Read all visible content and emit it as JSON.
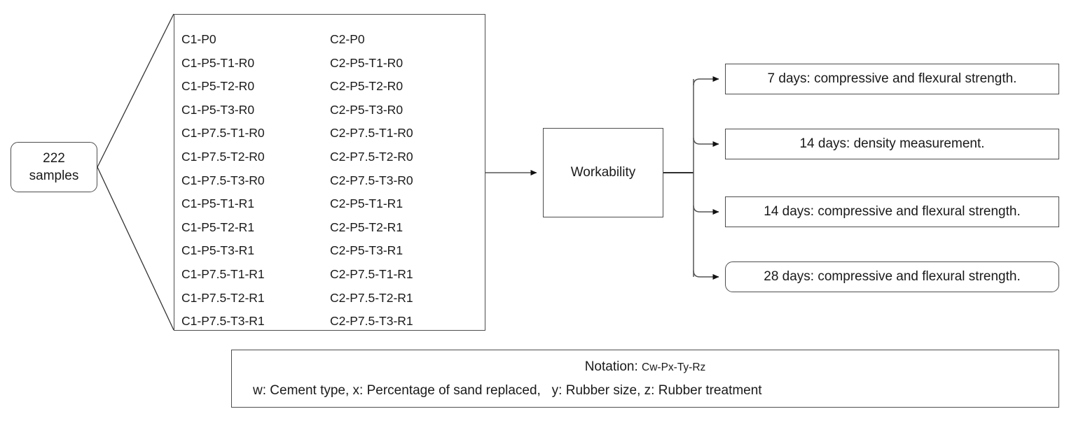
{
  "diagram": {
    "source": {
      "label": "222\nsamples"
    },
    "mix_list": {
      "columns": [
        {
          "name": "cement-type-1",
          "items": [
            "C1-P0",
            "C1-P5-T1-R0",
            "C1-P5-T2-R0",
            "C1-P5-T3-R0",
            "C1-P7.5-T1-R0",
            "C1-P7.5-T2-R0",
            "C1-P7.5-T3-R0",
            "C1-P5-T1-R1",
            "C1-P5-T2-R1",
            "C1-P5-T3-R1",
            "C1-P7.5-T1-R1",
            "C1-P7.5-T2-R1",
            "C1-P7.5-T3-R1"
          ]
        },
        {
          "name": "cement-type-2",
          "items": [
            "C2-P0",
            "C2-P5-T1-R0",
            "C2-P5-T2-R0",
            "C2-P5-T3-R0",
            "C2-P7.5-T1-R0",
            "C2-P7.5-T2-R0",
            "C2-P7.5-T3-R0",
            "C2-P5-T1-R1",
            "C2-P5-T2-R1",
            "C2-P5-T3-R1",
            "C2-P7.5-T1-R1",
            "C2-P7.5-T2-R1",
            "C2-P7.5-T3-R1"
          ]
        }
      ]
    },
    "process": {
      "label": "Workability"
    },
    "tests": [
      {
        "label": "7 days: compressive and flexural strength."
      },
      {
        "label": "14 days: density measurement."
      },
      {
        "label": "14 days: compressive and flexural strength."
      },
      {
        "label": "28 days: compressive and flexural strength."
      }
    ],
    "notation": {
      "title": "Notation:",
      "code": "Cw-Px-Ty-Rz",
      "legend": "w: Cement type, x: Percentage of sand replaced,   y: Rubber size, z: Rubber treatment"
    }
  }
}
